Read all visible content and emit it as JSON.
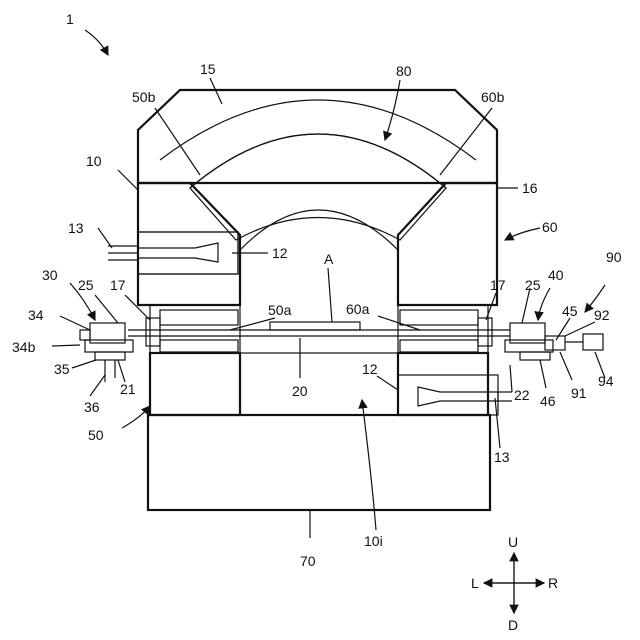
{
  "figure": {
    "ref_main": "1",
    "labels": {
      "l15": "15",
      "l80": "80",
      "l50b": "50b",
      "l60b": "60b",
      "l10": "10",
      "l16": "16",
      "l13a": "13",
      "l12a": "12",
      "l60": "60",
      "l90": "90",
      "lA": "A",
      "l30": "30",
      "l25a": "25",
      "l17a": "17",
      "l50a": "50a",
      "l60a": "60a",
      "l17b": "17",
      "l25b": "25",
      "l40": "40",
      "l45": "45",
      "l92": "92",
      "l34": "34",
      "l34b": "34b",
      "l35": "35",
      "l21": "21",
      "l36": "36",
      "l20": "20",
      "l12b": "12",
      "l22": "22",
      "l46": "46",
      "l91": "91",
      "l94": "94",
      "l50": "50",
      "l13b": "13",
      "l70": "70",
      "l10i": "10i"
    },
    "compass": {
      "up": "U",
      "down": "D",
      "left": "L",
      "right": "R"
    }
  }
}
